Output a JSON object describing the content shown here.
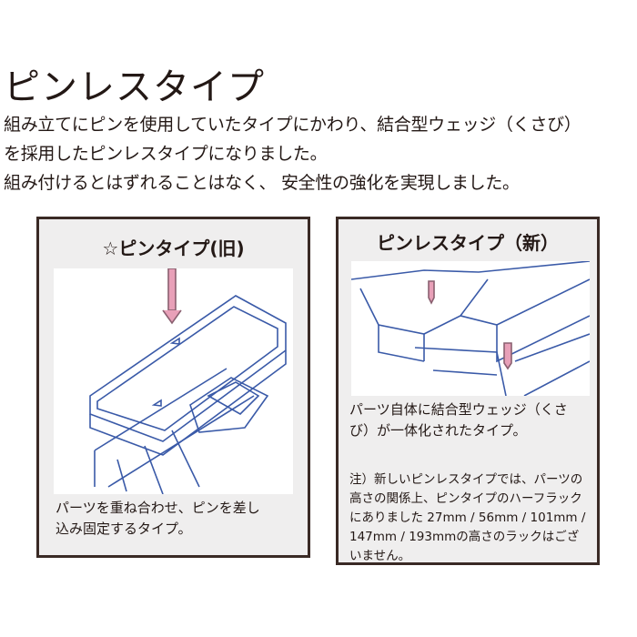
{
  "heading": "ピンレスタイプ",
  "intro_lines": [
    "組み立てにピンを使用していたタイプにかわり、結合型ウェッジ（くさび）",
    "を採用したピンレスタイプになりました。",
    "組み付けるとはずれることはなく、 安全性の強化を実現しました。"
  ],
  "old_type": {
    "title": "☆ピンタイプ(旧)",
    "description_lines": [
      "パーツを重ね合わせ、ピンを差し",
      "込み固定するタイプ。"
    ]
  },
  "new_type": {
    "title": "ピンレスタイプ（新）",
    "description_lines": [
      "パーツ自体に結合型ウェッジ（くさ",
      "び）が一体化されたタイプ。"
    ],
    "note_lines": [
      "注）新しいピンレスタイプでは、パーツの",
      "高さの関係上、ピンタイプのハーフラック",
      "にありました 27mm / 56mm / 101mm /",
      "147mm / 193mmの高さのラックはござ",
      "いません。"
    ]
  },
  "colors": {
    "text": "#231815",
    "border": "#3a2a25",
    "panel": "#efeeee",
    "line": "#3a5aa8",
    "pin": "#e8a0b8"
  }
}
